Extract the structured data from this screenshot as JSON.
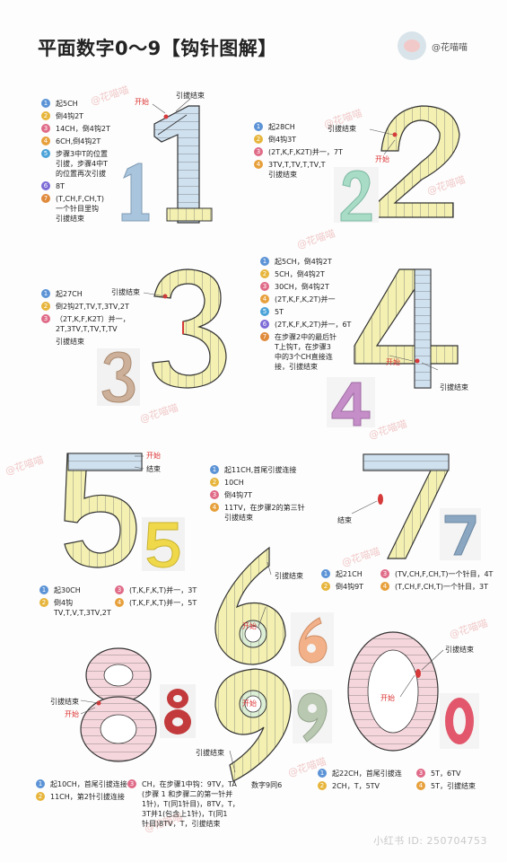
{
  "title": "平面数字0～9【钩针图解】",
  "author": "@花喵喵",
  "watermark": "@花喵喵",
  "footer_id": "小红书 ID: 250704753",
  "labels": {
    "start": "开始",
    "finish": "引拔结束",
    "knot": "结束",
    "same_as_6": "数字9同6"
  },
  "d1": [
    "起5CH",
    "倒4钩2T",
    "14CH，倒4钩2T",
    "6CH,倒4钩2T",
    "步骤3中T的位置\n引拔，步骤4中T\n的位置再次引拔",
    "8T",
    "(T,CH,F,CH,T)\n一个针目里钩\n引拔结束"
  ],
  "d2": [
    "起28CH",
    "倒4钩3T",
    "(2T,K,F,K2T)并一，7T",
    "3TV,T,TV,T,TV,T\n引拔结束"
  ],
  "d3": [
    "起27CH",
    "倒2钩2T,TV,T,3TV,2T",
    "（2T,K,F,K2T）并一，\n2T,3TV,T,TV,T,TV",
    "引拔结束"
  ],
  "d4": [
    "起5CH，倒4钩2T",
    "5CH，倒4钩2T",
    "30CH，倒4钩2T",
    "(2T,K,F,K,2T)并一",
    "5T",
    "(2T,K,F,K,2T)并一，6T",
    "在步骤2中的最后针\nT上钩T，在步骤3\n中的3个CH直接连\n接，引拔结束"
  ],
  "d5": [
    "起30CH",
    "倒4钩\nTV,T,V,T,3TV,2T",
    "(T,K,F,K,T)并一，3T",
    "(T,K,F,K,T)并一，5T"
  ],
  "d6": [
    "起11CH,首尾引拔连接",
    "10CH",
    "倒4钩7T",
    "11TV，在步骤2的第三针\n引拔结束"
  ],
  "d7": [
    "起21CH",
    "倒4钩9T",
    "(TV,CH,F,CH,T)一个针目，4T",
    "(T,CH,F,CH,T)一个针目，3T"
  ],
  "d8": [
    "起10CH，首尾引拔连接",
    "11CH，第2针引拔连接"
  ],
  "d9": "CH，在步骤1中钩：9TV，TA\n(步骤 1 和步骤二的第一针并\n1针)，T(同1针目)，8TV，T，\n3T并1(包含上1针)，T(同1\n针目)8TV，T，引拔结束",
  "d0": [
    "起22CH，首尾引拔连",
    "2CH，T，5TV",
    "5T，6TV",
    "5T，引拔结束"
  ],
  "colors": {
    "outline": "#333333",
    "yellow": "#f3f0b2",
    "blue": "#cfe0ef",
    "pink": "#f5d6dc",
    "green": "#dcefd5",
    "red_mark": "#d63a3a",
    "yarn_blue": "#a9c4dd",
    "yarn_mint": "#a8dcc6",
    "yarn_beige": "#cdb09a",
    "yarn_violet": "#c58ec9",
    "yarn_yellow": "#efd84a",
    "yarn_peach": "#f2b188",
    "yarn_sage": "#b9c8b0",
    "yarn_red": "#c23a3c",
    "yarn_pinkred": "#e2576b",
    "yarn_steel": "#8aa6c0"
  }
}
